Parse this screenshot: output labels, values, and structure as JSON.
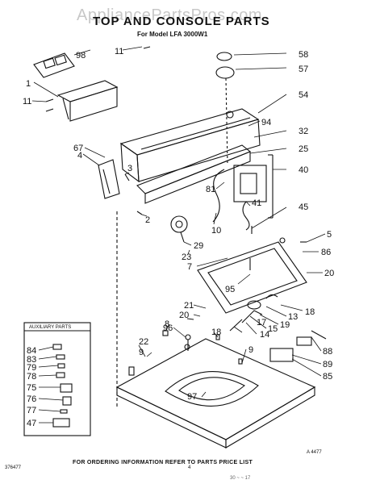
{
  "watermark": "AppliancePartsPros.com",
  "title": "TOP AND CONSOLE PARTS",
  "subtitle": "For Model LFA 3000W1",
  "auxiliary_title": "AUXILIARY PARTS",
  "footer": "FOR ORDERING INFORMATION REFER TO PARTS PRICE LIST",
  "doc_number": "376477",
  "page_number": "4",
  "ref_code": "A 4477",
  "bottom_scrawl": "30 ~ ~ 17",
  "callouts": [
    {
      "id": "98",
      "text": "98"
    },
    {
      "id": "11a",
      "text": "11"
    },
    {
      "id": "58",
      "text": "58"
    },
    {
      "id": "57",
      "text": "57"
    },
    {
      "id": "1",
      "text": "1"
    },
    {
      "id": "11b",
      "text": "11"
    },
    {
      "id": "54",
      "text": "54"
    },
    {
      "id": "94",
      "text": "94"
    },
    {
      "id": "32",
      "text": "32"
    },
    {
      "id": "67",
      "text": "67"
    },
    {
      "id": "4",
      "text": "4"
    },
    {
      "id": "25",
      "text": "25"
    },
    {
      "id": "3",
      "text": "3"
    },
    {
      "id": "40",
      "text": "40"
    },
    {
      "id": "81",
      "text": "81"
    },
    {
      "id": "41",
      "text": "41"
    },
    {
      "id": "2",
      "text": "2"
    },
    {
      "id": "10",
      "text": "10"
    },
    {
      "id": "45",
      "text": "45"
    },
    {
      "id": "5",
      "text": "5"
    },
    {
      "id": "29",
      "text": "29"
    },
    {
      "id": "23",
      "text": "23"
    },
    {
      "id": "86",
      "text": "86"
    },
    {
      "id": "7",
      "text": "7"
    },
    {
      "id": "20a",
      "text": "20"
    },
    {
      "id": "95",
      "text": "95"
    },
    {
      "id": "21",
      "text": "21"
    },
    {
      "id": "20b",
      "text": "20"
    },
    {
      "id": "18a",
      "text": "18"
    },
    {
      "id": "13",
      "text": "13"
    },
    {
      "id": "19",
      "text": "19"
    },
    {
      "id": "15",
      "text": "15"
    },
    {
      "id": "8",
      "text": "8"
    },
    {
      "id": "96",
      "text": "96"
    },
    {
      "id": "18b",
      "text": "18"
    },
    {
      "id": "14",
      "text": "14"
    },
    {
      "id": "17",
      "text": "17"
    },
    {
      "id": "22",
      "text": "22"
    },
    {
      "id": "9a",
      "text": "9"
    },
    {
      "id": "9b",
      "text": "9"
    },
    {
      "id": "88",
      "text": "88"
    },
    {
      "id": "89",
      "text": "89"
    },
    {
      "id": "85",
      "text": "85"
    },
    {
      "id": "97",
      "text": "97"
    }
  ],
  "auxiliary_parts": [
    {
      "id": "84",
      "text": "84"
    },
    {
      "id": "83",
      "text": "83"
    },
    {
      "id": "79",
      "text": "79"
    },
    {
      "id": "78",
      "text": "78"
    },
    {
      "id": "75",
      "text": "75"
    },
    {
      "id": "76",
      "text": "76"
    },
    {
      "id": "77",
      "text": "77"
    },
    {
      "id": "47",
      "text": "47"
    }
  ]
}
